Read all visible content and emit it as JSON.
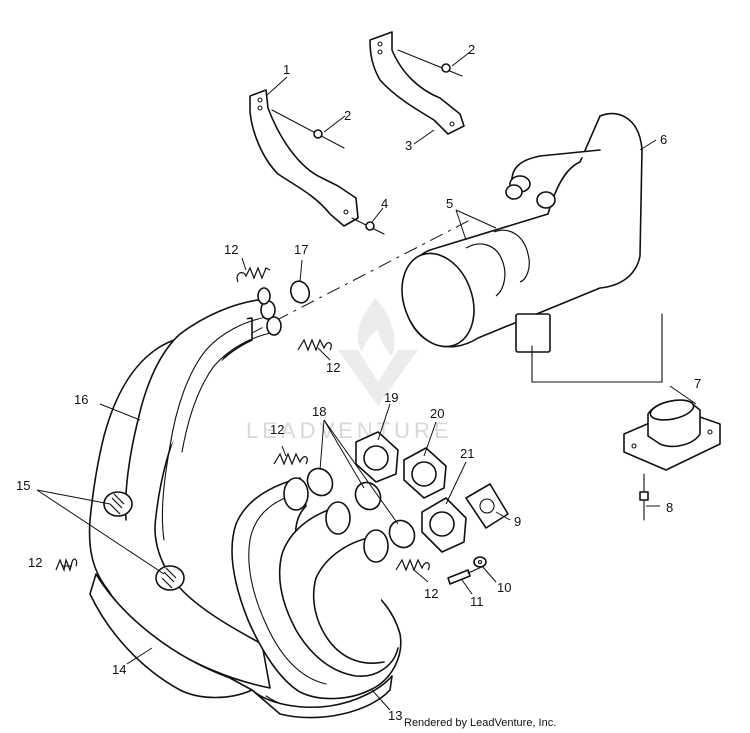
{
  "watermark": {
    "text": "LEADVENTURE"
  },
  "credit": "Rendered by LeadVenture, Inc.",
  "callouts": [
    "1",
    "2",
    "2",
    "3",
    "4",
    "5",
    "6",
    "7",
    "8",
    "9",
    "10",
    "11",
    "12",
    "12",
    "12",
    "12",
    "12",
    "13",
    "14",
    "15",
    "16",
    "17",
    "18",
    "19",
    "20",
    "21"
  ]
}
